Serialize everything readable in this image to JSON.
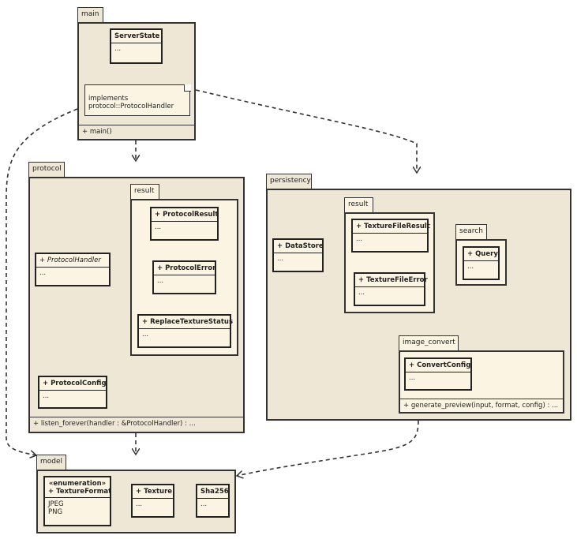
{
  "packages": {
    "main": {
      "name": "main",
      "operation": "+ main()"
    },
    "protocol": {
      "name": "protocol",
      "operation": "+ listen_forever(handler : &ProtocolHandler) : ..."
    },
    "protocol_result": {
      "name": "result"
    },
    "persistency": {
      "name": "persistency"
    },
    "persistency_result": {
      "name": "result"
    },
    "search": {
      "name": "search"
    },
    "image_convert": {
      "name": "image_convert",
      "operation": "+ generate_preview(input, format, config) : ..."
    },
    "model": {
      "name": "model"
    }
  },
  "classes": {
    "server_state": {
      "name": "ServerState",
      "attr": "..."
    },
    "protocol_handler": {
      "name": "+ ProtocolHandler",
      "attr": "..."
    },
    "protocol_result": {
      "name": "+ ProtocolResult",
      "attr": "..."
    },
    "protocol_error": {
      "name": "+ ProtocolError",
      "attr": "..."
    },
    "replace_texture_status": {
      "name": "+ ReplaceTextureStatus",
      "attr": "..."
    },
    "protocol_config": {
      "name": "+ ProtocolConfig",
      "attr": "..."
    },
    "data_store": {
      "name": "+ DataStore",
      "attr": "..."
    },
    "texture_file_result": {
      "name": "+ TextureFileResult",
      "attr": "..."
    },
    "texture_file_error": {
      "name": "+ TextureFileError",
      "attr": "..."
    },
    "query": {
      "name": "+ Query",
      "attr": "..."
    },
    "convert_config": {
      "name": "+ ConvertConfig",
      "attr": "..."
    },
    "texture_format": {
      "stereotype": "«enumeration»",
      "name": "+ TextureFormat",
      "values": [
        "JPEG",
        "PNG"
      ]
    },
    "texture": {
      "name": "+ Texture",
      "attr": "..."
    },
    "sha256": {
      "name": "Sha256",
      "attr": "..."
    }
  },
  "note": {
    "line1": "implements",
    "line2": "protocol::ProtocolHandler"
  }
}
